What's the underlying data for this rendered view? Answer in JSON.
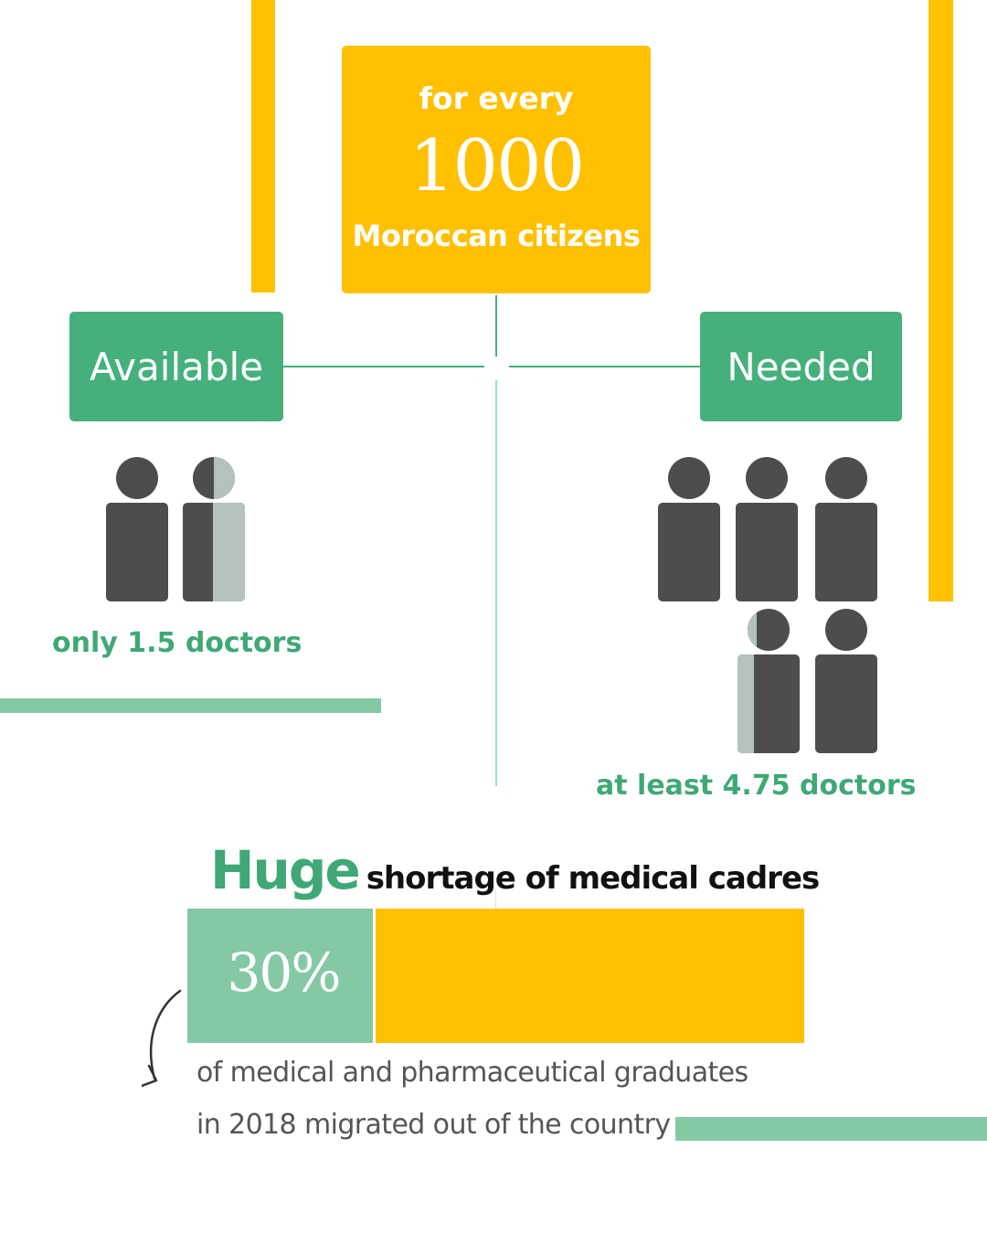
{
  "header": {
    "line1": "for every",
    "number": "1000",
    "line3": "Moroccan citizens"
  },
  "available": {
    "label": "Available",
    "stat": "only 1.5 doctors",
    "count": 1.5
  },
  "needed": {
    "label": "Needed",
    "stat": "at least 4.75 doctors",
    "count": 4.75
  },
  "shortage": {
    "emphasis": "Huge",
    "rest": "shortage of medical cadres"
  },
  "migration": {
    "percent_label": "30%",
    "percent_value": 30,
    "caption_line1": "of medical and pharmaceutical graduates",
    "caption_line2": "in 2018 migrated out of the country"
  },
  "colors": {
    "yellow": "#ffc000",
    "green": "#45b07c",
    "mint": "#85c9a4",
    "person_dark": "#4d4d4d",
    "person_light": "#b3c2bc"
  },
  "icons": {
    "person": "person-icon",
    "arrow": "curved-arrow-icon"
  }
}
